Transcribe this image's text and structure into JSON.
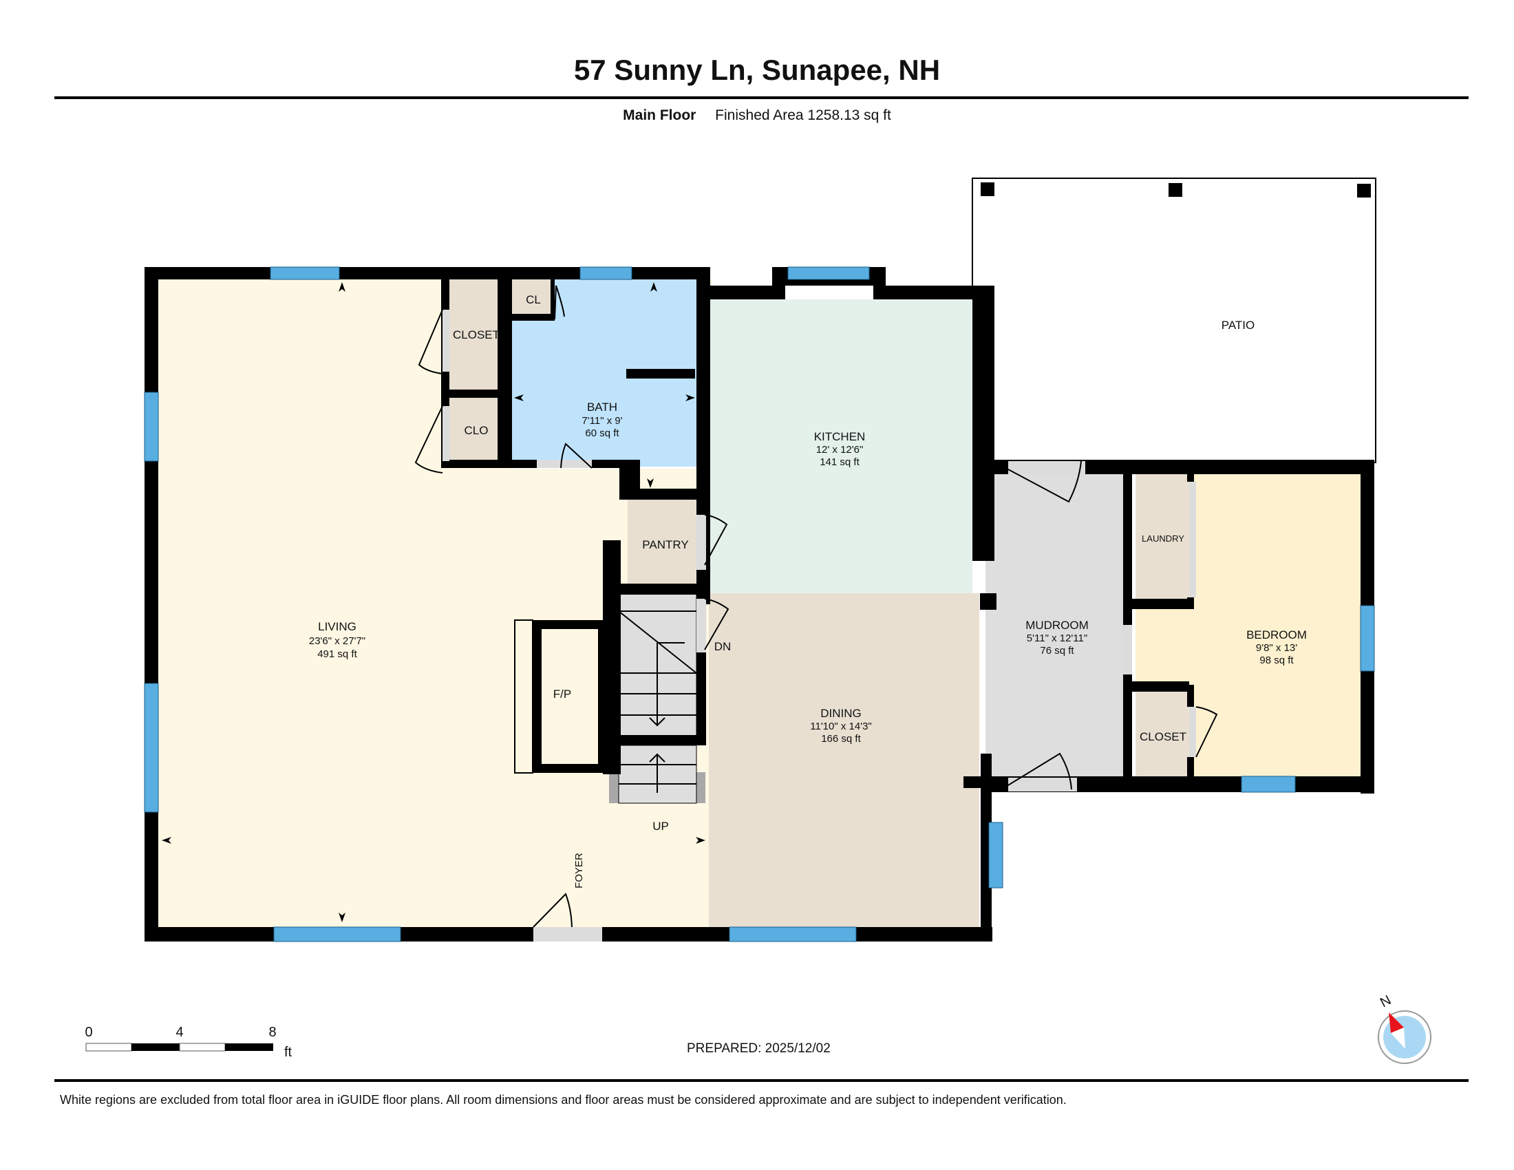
{
  "header": {
    "title": "57 Sunny Ln, Sunapee, NH",
    "floor_name": "Main Floor",
    "finished_area": "Finished Area 1258.13 sq ft"
  },
  "rooms": {
    "living": {
      "name": "LIVING",
      "dims": "23'6\" x 27'7\"",
      "area": "491 sq ft",
      "color": "#fdf7e3"
    },
    "bath": {
      "name": "BATH",
      "dims": "7'11\" x 9'",
      "area": "60 sq ft",
      "color": "#bfe3fb"
    },
    "kitchen": {
      "name": "KITCHEN",
      "dims": "12' x 12'6\"",
      "area": "141 sq ft",
      "color": "#e3f1ea"
    },
    "dining": {
      "name": "DINING",
      "dims": "11'10\" x 14'3\"",
      "area": "166 sq ft",
      "color": "#e8dfd1"
    },
    "mudroom": {
      "name": "MUDROOM",
      "dims": "5'11\" x 12'11\"",
      "area": "76 sq ft",
      "color": "#dedede"
    },
    "bedroom": {
      "name": "BEDROOM",
      "dims": "9'8\" x 13'",
      "area": "98 sq ft",
      "color": "#fdf1cf"
    },
    "patio": {
      "name": "PATIO"
    },
    "closet_living": {
      "name": "CLOSET"
    },
    "clo": {
      "name": "CLO"
    },
    "cl": {
      "name": "CL"
    },
    "pantry": {
      "name": "PANTRY"
    },
    "laundry": {
      "name": "LAUNDRY"
    },
    "closet_bedroom": {
      "name": "CLOSET"
    },
    "fireplace": {
      "name": "F/P"
    }
  },
  "labels": {
    "stairs_down": "DN",
    "stairs_up": "UP",
    "foyer": "FOYER"
  },
  "colors": {
    "wall": "#000000",
    "window": "#58aee0",
    "closet": "#e8dfd1",
    "door_threshold": "#dcdcdc"
  },
  "scale_bar": {
    "ticks": [
      "0",
      "4",
      "8"
    ],
    "unit": "ft"
  },
  "compass": {
    "label": "N"
  },
  "footer": {
    "prepared": "PREPARED: 2025/12/02",
    "disclaimer": "White regions are excluded from total floor area in iGUIDE floor plans. All room dimensions and floor areas must be considered approximate and are subject to independent verification."
  }
}
